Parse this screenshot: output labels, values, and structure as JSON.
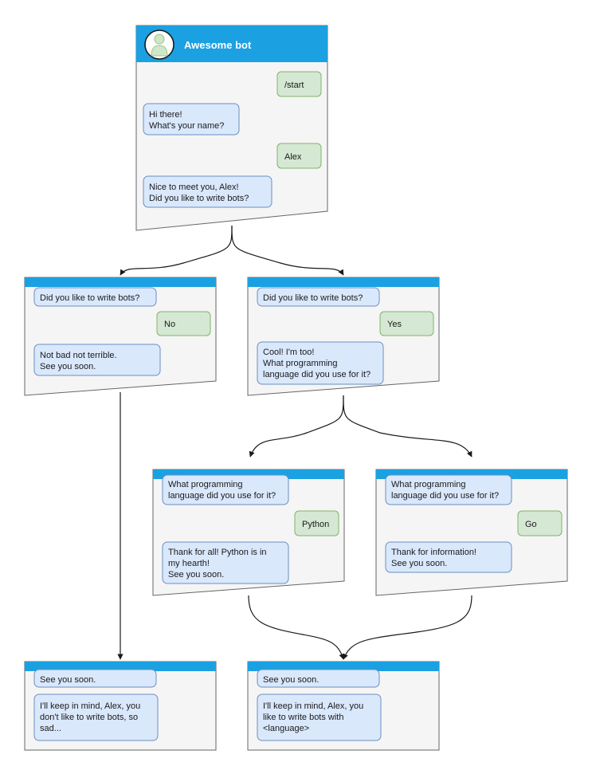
{
  "diagram": {
    "title": "Awesome bot",
    "avatar_icon": "person-avatar-icon",
    "colors": {
      "header_blue": "#1ba1e2",
      "node_background": "#f5f5f5",
      "node_border": "#666666",
      "bot_bubble_fill": "#dae8fc",
      "bot_bubble_border": "#6c8ebf",
      "user_bubble_fill": "#d5e8d4",
      "user_bubble_border": "#82b366",
      "edge_color": "#1a1a1a",
      "title_color": "#ffffff"
    },
    "nodes": [
      {
        "id": "start",
        "title": "Awesome bot",
        "messages": [
          {
            "from": "user",
            "lines": [
              "/start"
            ]
          },
          {
            "from": "bot",
            "lines": [
              "Hi there!",
              "What's your name?"
            ]
          },
          {
            "from": "user",
            "lines": [
              "Alex"
            ]
          },
          {
            "from": "bot",
            "lines": [
              "Nice to meet you, Alex!",
              "Did you like to write bots?"
            ]
          }
        ]
      },
      {
        "id": "answer-no",
        "title": "",
        "messages": [
          {
            "from": "bot",
            "lines": [
              "Did you like to write bots?"
            ]
          },
          {
            "from": "user",
            "lines": [
              "No"
            ]
          },
          {
            "from": "bot",
            "lines": [
              "Not bad not terrible.",
              "See you soon."
            ]
          }
        ]
      },
      {
        "id": "answer-yes",
        "title": "",
        "messages": [
          {
            "from": "bot",
            "lines": [
              "Did you like to write bots?"
            ]
          },
          {
            "from": "user",
            "lines": [
              "Yes"
            ]
          },
          {
            "from": "bot",
            "lines": [
              "Cool! I'm too!",
              "What programming",
              "language did you use for it?"
            ]
          }
        ]
      },
      {
        "id": "answer-python",
        "title": "",
        "messages": [
          {
            "from": "bot",
            "lines": [
              "What programming",
              "language did you use for it?"
            ]
          },
          {
            "from": "user",
            "lines": [
              "Python"
            ]
          },
          {
            "from": "bot",
            "lines": [
              "Thank for all! Python is in",
              "my hearth!",
              "See you soon."
            ]
          }
        ]
      },
      {
        "id": "answer-go",
        "title": "",
        "messages": [
          {
            "from": "bot",
            "lines": [
              "What programming",
              "language did you use for it?"
            ]
          },
          {
            "from": "user",
            "lines": [
              "Go"
            ]
          },
          {
            "from": "bot",
            "lines": [
              "Thank for information!",
              "See you soon."
            ]
          }
        ]
      },
      {
        "id": "end-sad",
        "title": "",
        "messages": [
          {
            "from": "bot",
            "lines": [
              "See you soon."
            ]
          },
          {
            "from": "bot",
            "lines": [
              "I'll keep in mind, Alex, you",
              "don't like to write bots, so",
              "sad..."
            ]
          }
        ]
      },
      {
        "id": "end-happy",
        "title": "",
        "messages": [
          {
            "from": "bot",
            "lines": [
              "See you soon."
            ]
          },
          {
            "from": "bot",
            "lines": [
              "I'll keep in mind, Alex, you",
              "like to write bots with",
              "<language>"
            ]
          }
        ]
      }
    ],
    "edges": [
      {
        "from": "start",
        "to": "answer-no"
      },
      {
        "from": "start",
        "to": "answer-yes"
      },
      {
        "from": "answer-no",
        "to": "end-sad"
      },
      {
        "from": "answer-yes",
        "to": "answer-python"
      },
      {
        "from": "answer-yes",
        "to": "answer-go"
      },
      {
        "from": "answer-python",
        "to": "end-happy"
      },
      {
        "from": "answer-go",
        "to": "end-happy"
      }
    ]
  }
}
